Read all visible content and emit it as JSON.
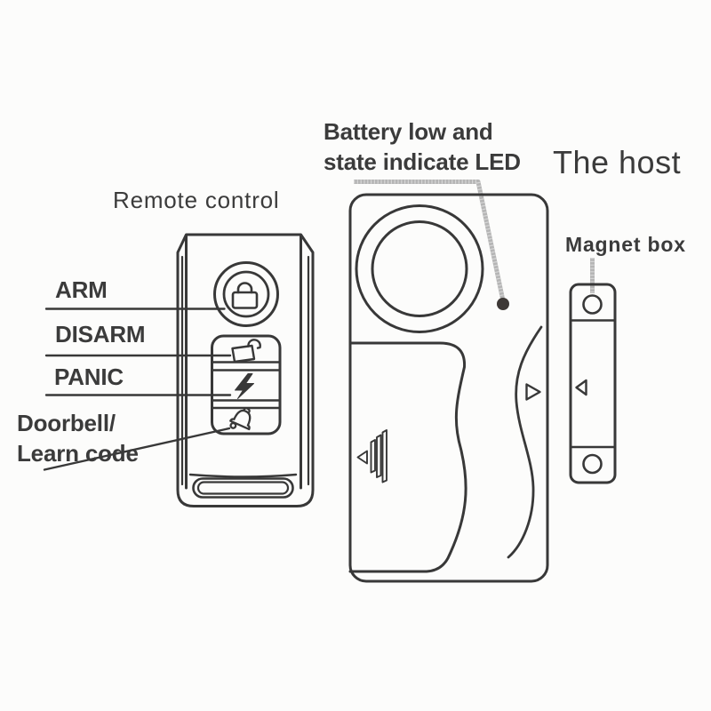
{
  "labels": {
    "remote_control": "Remote control",
    "battery_led": "Battery low and\nstate indicate LED",
    "the_host": "The host",
    "magnet_box": "Magnet box",
    "arm": "ARM",
    "disarm": "DISARM",
    "panic": "PANIC",
    "doorbell_learn": "Doorbell/\nLearn code"
  },
  "colors": {
    "ink_text": "#3b3b3b",
    "line": "#383838",
    "leader_gray": "#b5b5b5",
    "led_dot": "#3e3936",
    "background": "#fcfcfb"
  },
  "icons": {
    "arm_button": "lock-icon",
    "disarm_button": "unlock-icon",
    "panic_button": "lightning-icon",
    "doorbell_button": "bell-icon",
    "host_speaker": "speaker-rings-icon",
    "host_led": "led-dot-icon",
    "host_volume": "volume-ridges-icon",
    "host_slide_marker": "triangle-right-icon",
    "magnet_slide_marker": "triangle-left-icon",
    "magnet_screw_holes": "screw-hole-icon"
  }
}
